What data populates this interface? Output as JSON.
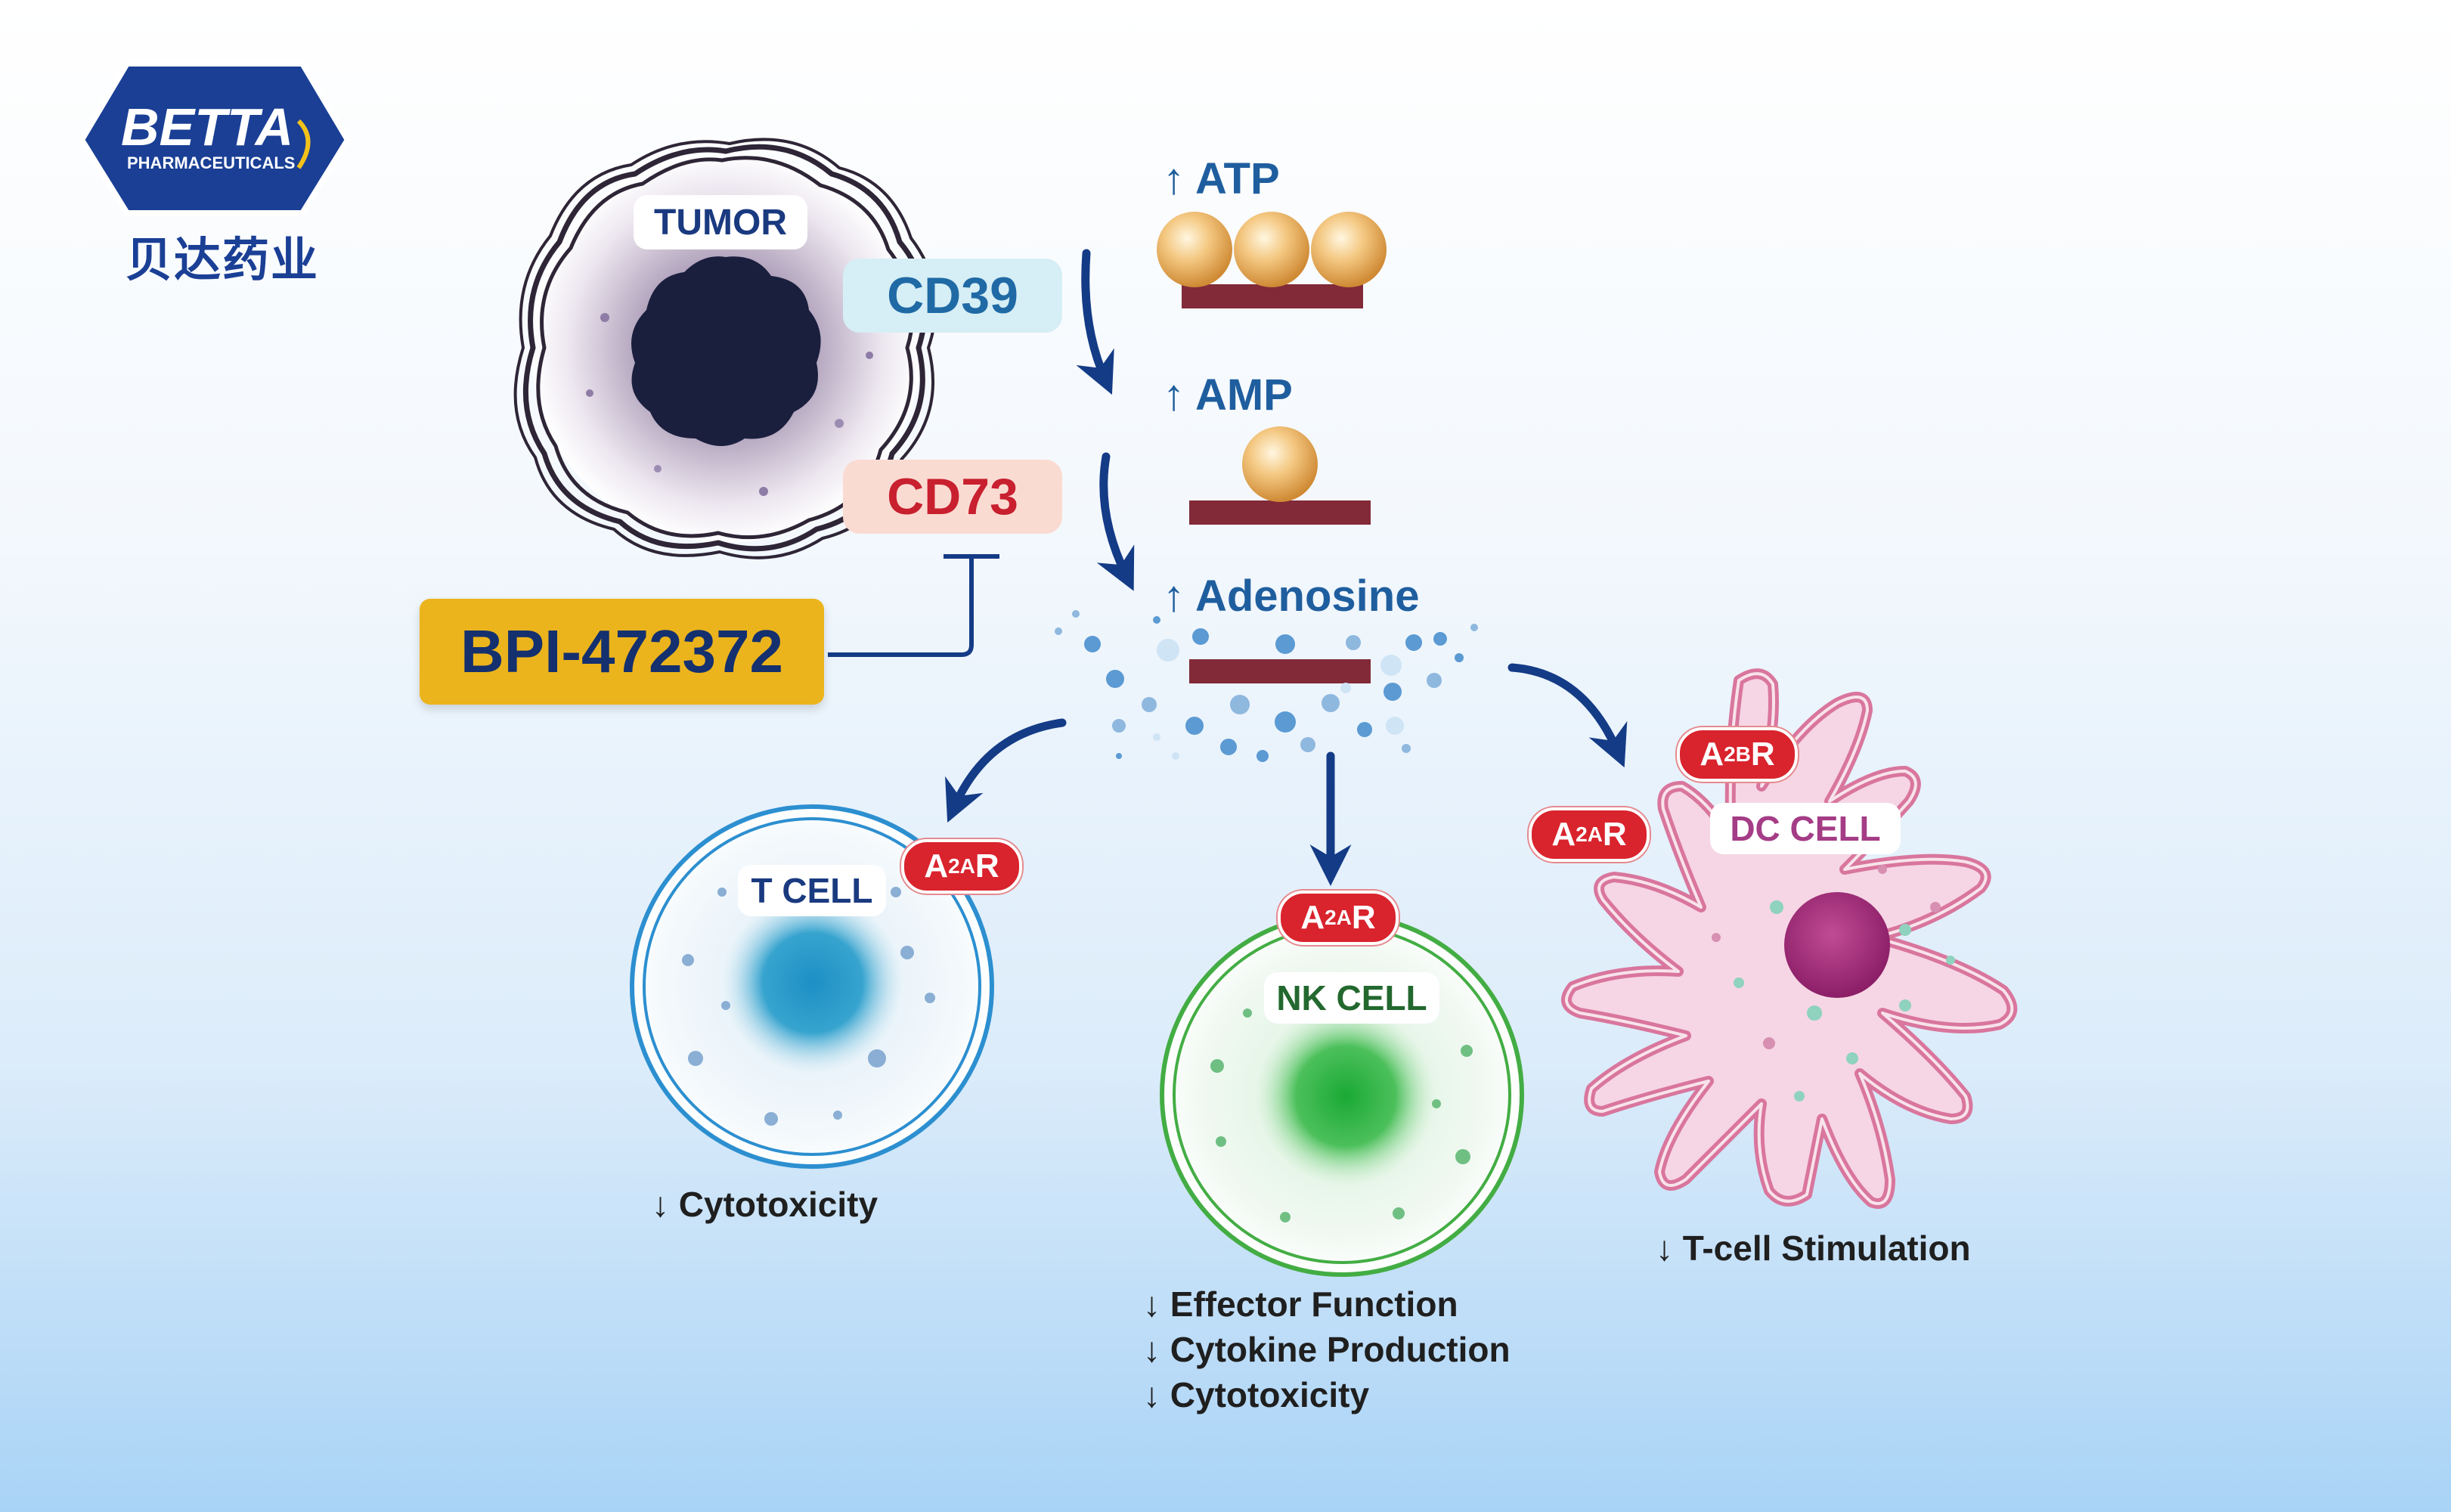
{
  "logo": {
    "brand": "BETTA",
    "sub": "PHARMACEUTICALS",
    "chinese": "贝达药业"
  },
  "tumor": {
    "label": "TUMOR"
  },
  "enzymes": {
    "cd39": "CD39",
    "cd73": "CD73"
  },
  "drug": {
    "name": "BPI-472372"
  },
  "molecules": {
    "atp": "↑ ATP",
    "amp": "↑ AMP",
    "adenosine": "↑ Adenosine"
  },
  "cells": {
    "t_cell": {
      "label": "T CELL",
      "receptor": {
        "main": "A",
        "sub": "2A",
        "tail": "R"
      },
      "effects": [
        "↓  Cytotoxicity"
      ]
    },
    "nk_cell": {
      "label": "NK CELL",
      "receptor": {
        "main": "A",
        "sub": "2A",
        "tail": "R"
      },
      "effects": [
        "↓  Effector Function",
        "↓  Cytokine Production",
        "↓  Cytotoxicity"
      ]
    },
    "dc_cell": {
      "label": "DC CELL",
      "receptor_a2a": {
        "main": "A",
        "sub": "2A",
        "tail": "R"
      },
      "receptor_a2b": {
        "main": "A",
        "sub": "2B",
        "tail": "R"
      },
      "effects": [
        "↓  T-cell Stimulation"
      ]
    }
  },
  "colors": {
    "arrow": "#143b86",
    "enzyme_cd39": "#1f6aa5",
    "enzyme_cd73": "#c8202f",
    "drug_bg": "#ecb41c",
    "receptor": "#d9232d"
  }
}
